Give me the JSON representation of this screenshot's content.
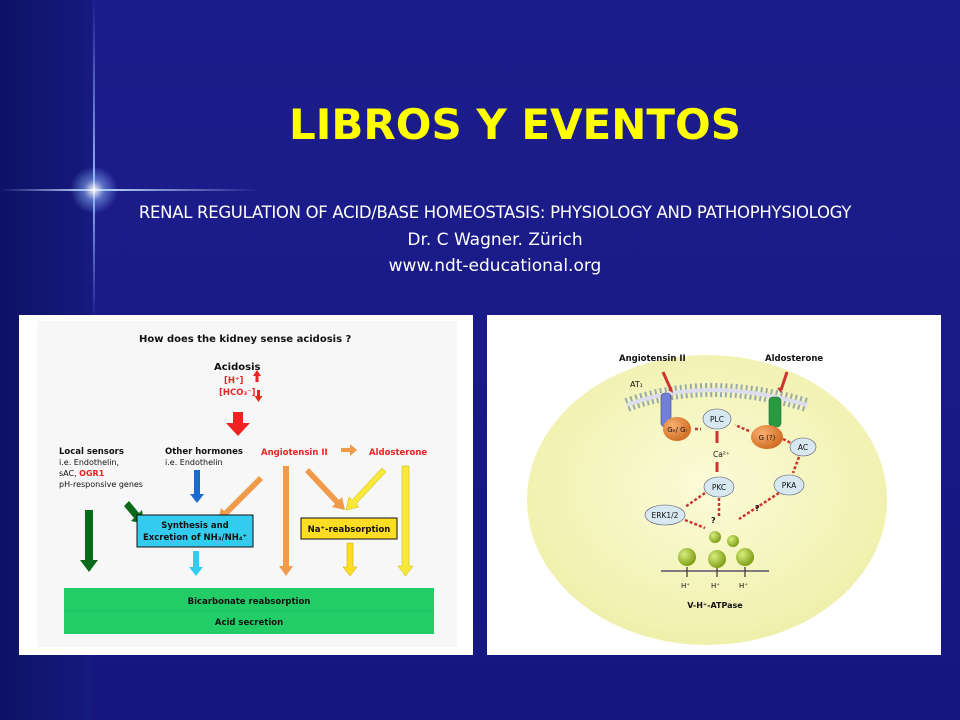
{
  "slide": {
    "title": "LIBROS Y EVENTOS",
    "line1": "RENAL REGULATION OF ACID/BASE HOMEOSTASIS: PHYSIOLOGY AND PATHOPHYSIOLOGY",
    "line2": "Dr. C Wagner. Zürich",
    "line3": "www.ndt-educational.org"
  },
  "left_figure": {
    "question": "How does the kidney sense acidosis ?",
    "acidosis": "Acidosis",
    "h_plus": "[H⁺]",
    "hco3": "[HCO₃⁻]",
    "local_sensors": "Local sensors",
    "ls_line2": "i.e. Endothelin,",
    "ls_line3_a": "sAC, ",
    "ls_line3_b": "OGR1",
    "ls_line4": "pH-responsive genes",
    "other_hormones": "Other hormones",
    "oh_line2": "i.e. Endothelin",
    "angiotensin": "Angiotensin II",
    "aldosterone": "Aldosterone",
    "synthesis1": "Synthesis and",
    "synthesis2": "Excretion of NH₃/NH₄⁺",
    "na_reabs": "Na⁺-reabsorption",
    "bicarb": "Bicarbonate reabsorption",
    "acid_sec": "Acid secretion"
  },
  "right_figure": {
    "angiotensin": "Angiotensin II",
    "aldosterone": "Aldosterone",
    "at1": "AT₁",
    "gq": "Gₑ/ Gᵢ",
    "plc": "PLC",
    "g": "G (?)",
    "ac": "AC",
    "ca": "Ca²⁺",
    "pkc": "PKC",
    "pka": "PKA",
    "erk": "ERK1/2",
    "q1": "?",
    "q2": "?",
    "h1": "H⁺",
    "h2": "H⁺",
    "h3": "H⁺",
    "atpase": "V-H⁺-ATPase"
  },
  "colors": {
    "title": "#ffff00",
    "background": "#1a1a88",
    "cyan_box": "#33ccee",
    "yellow_box": "#ffdd22",
    "green_bar": "#22cc66",
    "red": "#ee2222",
    "orange": "#f09a4a"
  }
}
